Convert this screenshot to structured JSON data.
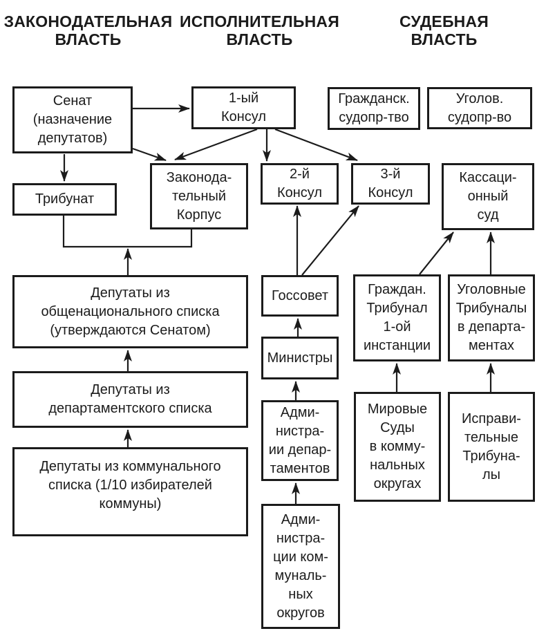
{
  "headers": {
    "legislative": "ЗАКОНОДАТЕЛЬНАЯ\nВЛАСТЬ",
    "executive": "ИСПОЛНИТЕЛЬНАЯ\nВЛАСТЬ",
    "judicial": "СУДЕБНАЯ\nВЛАСТЬ"
  },
  "boxes": {
    "senate": "Сенат\n(назначение\nдепутатов)",
    "first_consul": "1-ый\nКонсул",
    "civil_proceedings": "Гражданск.\nсудопр-тво",
    "criminal_proceedings": "Уголов.\nсудопр-во",
    "tribunat": "Трибунат",
    "legislative_corpus": "Законода-\nтельный\nКорпус",
    "second_consul": "2-й\nКонсул",
    "third_consul": "3-й\nКонсул",
    "cassation_court": "Кассаци-\nонный\nсуд",
    "deputies_national": "Депутаты из\nобщенационального списка\n(утверждаются Сенатом)",
    "state_council": "Госсовет",
    "civil_tribunal": "Граждан.\nТрибунал\n1-ой\nинстанции",
    "criminal_tribunals": "Уголовные\nТрибуналы\nв департа-\nментах",
    "ministers": "Министры",
    "deputies_departmental": "Депутаты из\nдепартаментского списка",
    "department_administrations": "Адми-\nнистра-\nии депар-\nтаментов",
    "magistrate_courts": "Мировые\nСуды\nв комму-\nнальных\nокругах",
    "correctional_tribunals": "Исправи-\nтельные\nТрибуна-\nлы",
    "deputies_communal": "Депутаты из коммунального\nсписка (1/10 избирателей\nкоммуны)",
    "communal_administrations": "Адми-\nнистра-\nции ком-\nмуналь-\nных\nокругов"
  },
  "edges": [
    {
      "from": "senate",
      "to": "first_consul"
    },
    {
      "from": "senate",
      "to": "tribunat"
    },
    {
      "from": "senate",
      "to": "legislative_corpus"
    },
    {
      "from": "first_consul",
      "to": "legislative_corpus"
    },
    {
      "from": "first_consul",
      "to": "second_consul"
    },
    {
      "from": "first_consul",
      "to": "third_consul"
    },
    {
      "from": "deputies_national",
      "to": "tribunat_and_legislative_corpus_junction"
    },
    {
      "from": "deputies_departmental",
      "to": "deputies_national"
    },
    {
      "from": "deputies_communal",
      "to": "deputies_departmental"
    },
    {
      "from": "state_council",
      "to": "second_consul"
    },
    {
      "from": "state_council",
      "to": "third_consul"
    },
    {
      "from": "ministers",
      "to": "state_council"
    },
    {
      "from": "department_administrations",
      "to": "ministers"
    },
    {
      "from": "communal_administrations",
      "to": "department_administrations"
    },
    {
      "from": "civil_tribunal",
      "to": "cassation_court"
    },
    {
      "from": "criminal_tribunals",
      "to": "cassation_court"
    },
    {
      "from": "magistrate_courts",
      "to": "civil_tribunal"
    },
    {
      "from": "correctional_tribunals",
      "to": "criminal_tribunals"
    }
  ],
  "colors": {
    "line": "#1b1b1b",
    "text": "#1b1b1b",
    "background": "#ffffff"
  }
}
